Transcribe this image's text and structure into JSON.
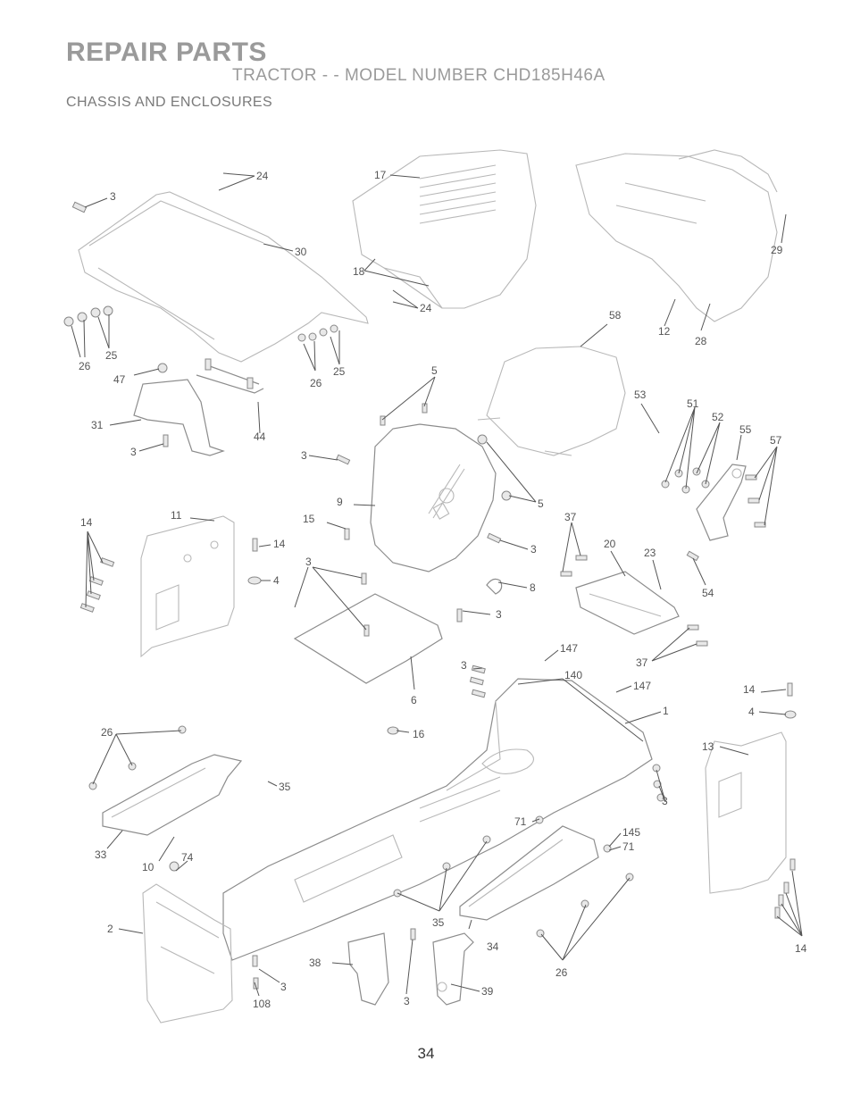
{
  "header": {
    "title": "REPAIR PARTS",
    "subtitle": "TRACTOR - - MODEL NUMBER CHD185H46A",
    "section": "CHASSIS AND ENCLOSURES"
  },
  "callouts": {
    "c24a": "24",
    "c17": "17",
    "c3a": "3",
    "c30": "30",
    "c29": "29",
    "c18": "18",
    "c24b": "24",
    "c58": "58",
    "c12": "12",
    "c28": "28",
    "c26a": "26",
    "c25a": "25",
    "c25b": "25",
    "c26b": "26",
    "c47": "47",
    "c5a": "5",
    "c53": "53",
    "c51": "51",
    "c52": "52",
    "c55": "55",
    "c57": "57",
    "c31": "31",
    "c44": "44",
    "c3b": "3",
    "c3c": "3",
    "c9": "9",
    "c5b": "5",
    "c14a": "14",
    "c11": "11",
    "c15": "15",
    "c14b": "14",
    "c37a": "37",
    "c3d": "3",
    "c20": "20",
    "c23": "23",
    "c54": "54",
    "c4a": "4",
    "c3e": "3",
    "c8": "8",
    "c3f": "3",
    "c6": "6",
    "c147a": "147",
    "c37b": "37",
    "c3g": "3",
    "c140": "140",
    "c147b": "147",
    "c14c": "14",
    "c1": "1",
    "c4b": "4",
    "c26c": "26",
    "c16": "16",
    "c13": "13",
    "c35a": "35",
    "c3h": "3",
    "c71a": "71",
    "c145": "145",
    "c71b": "71",
    "c33": "33",
    "c10": "10",
    "c74": "74",
    "c2": "2",
    "c35b": "35",
    "c34": "34",
    "c26d": "26",
    "c14d": "14",
    "c38": "38",
    "c3i": "3",
    "c39": "39",
    "c3j": "3",
    "c108": "108"
  },
  "footer": {
    "page_number": "34"
  }
}
